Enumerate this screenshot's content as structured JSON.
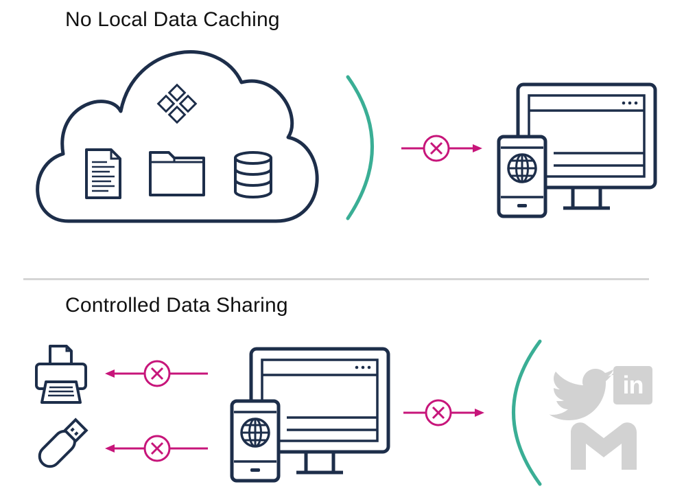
{
  "sections": {
    "local_caching": {
      "title": "No Local Data Caching",
      "icons": [
        "cloud-icon",
        "workspace-diamond-icon",
        "document-icon",
        "folder-icon",
        "database-icon",
        "blocked-arrow-icon",
        "desktop-monitor-icon",
        "mobile-phone-icon",
        "globe-icon"
      ]
    },
    "data_sharing": {
      "title": "Controlled Data Sharing",
      "icons": [
        "printer-icon",
        "usb-drive-icon",
        "blocked-arrow-icon",
        "desktop-monitor-icon",
        "mobile-phone-icon",
        "globe-icon",
        "twitter-icon",
        "linkedin-icon",
        "gmail-icon"
      ]
    }
  },
  "linkedin_badge_text": "in",
  "colors": {
    "outline": "#1d2e4a",
    "block": "#c7157a",
    "barrier": "#3aae95",
    "social": "#d2d2d2",
    "divider": "#d5d5d5"
  }
}
